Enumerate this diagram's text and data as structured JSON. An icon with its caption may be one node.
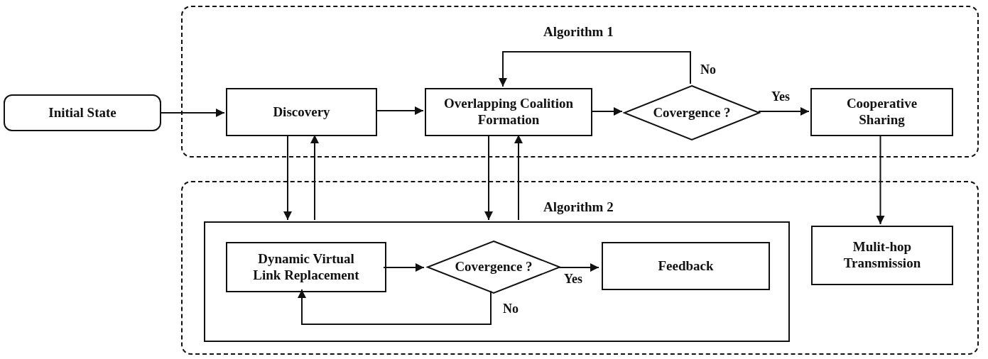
{
  "diagram": {
    "nodes": [
      {
        "text": [
          "Algorithm 1"
        ]
      },
      {
        "text": [
          "Algorithm 2"
        ]
      },
      {
        "text": [
          "Initial State"
        ]
      },
      {
        "text": [
          "Discovery"
        ],
        "in": 0
      },
      {
        "text": [
          "Overlapping Coalition Formation"
        ],
        "in": 0
      },
      {
        "text": [
          "Covergence ?"
        ],
        "in": 0
      },
      {
        "text": [
          "Cooperative Sharing"
        ],
        "in": 0
      },
      {
        "text": [],
        "shape": "box",
        "in": 1
      },
      {
        "text": [
          "Dynamic Virtual Link Replacement"
        ],
        "in": 7
      },
      {
        "text": [
          "Covergence ?"
        ],
        "in": 7
      },
      {
        "text": [
          "Feedback"
        ],
        "in": 7
      },
      {
        "text": [
          "Mulit-hop Transmission"
        ],
        "in": 1
      }
    ],
    "edges": [
      {
        "from": 2,
        "to": 3,
        "arrow": "to"
      },
      {
        "from": 3,
        "to": 4,
        "arrow": "to"
      },
      {
        "from": 4,
        "to": 5,
        "arrow": "to"
      },
      {
        "from": 5,
        "to": 6,
        "arrow": "to",
        "label": "Yes"
      },
      {
        "from": 5,
        "to": 4,
        "arrow": "to",
        "label": "No"
      },
      {
        "from": 3,
        "to": 7,
        "arrow": "to"
      },
      {
        "from": 7,
        "to": 3,
        "arrow": "to"
      },
      {
        "from": 4,
        "to": 7,
        "arrow": "to"
      },
      {
        "from": 7,
        "to": 4,
        "arrow": "to"
      },
      {
        "from": 6,
        "to": 11,
        "arrow": "to"
      },
      {
        "from": 8,
        "to": 9,
        "arrow": "to"
      },
      {
        "from": 9,
        "to": 10,
        "arrow": "to",
        "label": "Yes"
      },
      {
        "from": 9,
        "to": 8,
        "arrow": "to",
        "label": "No"
      }
    ]
  }
}
